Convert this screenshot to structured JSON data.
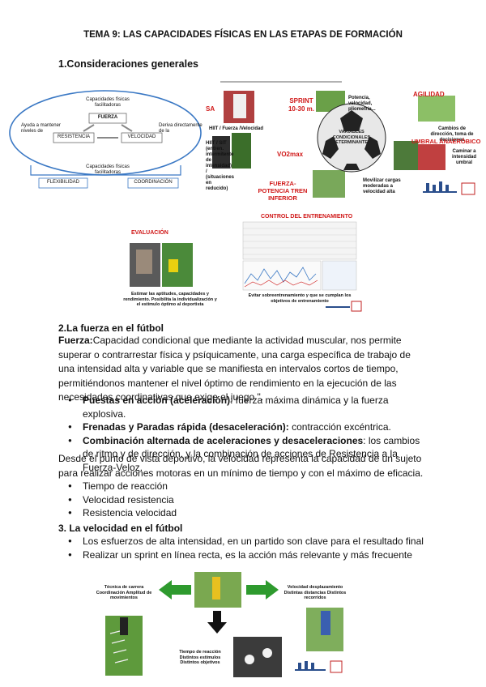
{
  "title": "TEMA 9: LAS CAPACIDADES FÍSICAS EN LAS ETAPAS DE FORMACIÓN",
  "section1": {
    "heading": "1.Consideraciones generales"
  },
  "diagram1": {
    "top_label": "Capacidades físicas facilitadoras",
    "fuerza": "FUERZA",
    "resistencia": "RESISTENCIA",
    "velocidad": "VELOCIDAD",
    "left_note": "Ayuda a mantener niveles de",
    "right_note": "Deriva directamente de la",
    "bottom_label": "Capacidades físicas facilitadoras",
    "flexibilidad": "FLEXIBILIDAD",
    "coordinacion": "COORDINACIÓN"
  },
  "figure2": {
    "sa": "SA",
    "sprint": "SPRINT",
    "sprint_range": "10-30 m.",
    "agilidad": "AGILIDAD",
    "potencia": "Potencia, velocidad, pliometría...",
    "hiit": "HIIT / Fuerza /Velocidad",
    "center": "VARIABLES CONDICIONALES DETERMINANTES",
    "cambios": "Cambios de dirección, toma de decisiones",
    "umbral": "UMBRAL ANAERÓBICO",
    "hiit2": "HIIT / SIT (entren. intermitente de intensidad) / (situaciones en reducido)",
    "vo2": "VO2max",
    "caminar": "Caminar a intensidad umbral",
    "fuerza_pot": "FUERZA-POTENCIA TREN INFERIOR",
    "movilizar": "Movilizar cargas moderadas a velocidad alta"
  },
  "figure3": {
    "evaluacion": "EVALUACIÓN",
    "eval_caption": "Estimar las aptitudes, capacidades y rendimiento. Posibilita la individualización y el estímulo óptimo al deportista",
    "control": "CONTROL DEL ENTRENAMIENTO",
    "control_caption": "Evitar sobreentrenamiento y que se cumplan los objetivos de entrenamiento"
  },
  "section2": {
    "heading": "2.La fuerza en el fútbol",
    "def_term": "Fuerza:",
    "def_text": "Capacidad condicional que mediante la actividad muscular, nos permite superar o contrarrestar física y psíquicamente, una carga específica de trabajo de una intensidad alta y variable que se manifiesta en intervalos cortos de tiempo, permitiéndonos mantener el nivel óptimo de rendimiento en la ejecución de las necesidades coordinativas que exige el juego \".",
    "bullets": [
      {
        "bold": "Puestas en acción (aceleración)",
        "text": ": fuerza máxima dinámica y la fuerza explosiva."
      },
      {
        "bold": "Frenadas y  Paradas rápida (desaceleración):",
        "text": " contracción excéntrica."
      },
      {
        "bold": "Combinación alternada de aceleraciones y desaceleraciones",
        "text": ": los cambios de ritmo y de dirección, y la combinación de acciones de Resistencia a la Fuerza-Veloz."
      }
    ],
    "para": "Desde el punto de vista deportivo, la velocidad representa la capacidad de un sujeto para realizar acciones motoras en un mínimo de tiempo y con el máximo de eficacia.",
    "list": [
      "Tiempo de  reacción",
      "Velocidad  resistencia",
      "Resistencia velocidad"
    ]
  },
  "section3": {
    "heading": "3. La velocidad en el fútbol",
    "list": [
      "Los esfuerzos de alta intensidad, en un partido son clave para el resultado final",
      "Realizar un sprint en línea recta, es la acción más relevante y más frecuente"
    ]
  },
  "figure4": {
    "left": "Técnica de carrera Coordinación Amplitud de movimientos",
    "right": "Velocidad desplazamiento Distintas distancias Distintos recorridos",
    "bottom": "Tiempo de reacción Distintos estímulos Distintos objetivos"
  }
}
